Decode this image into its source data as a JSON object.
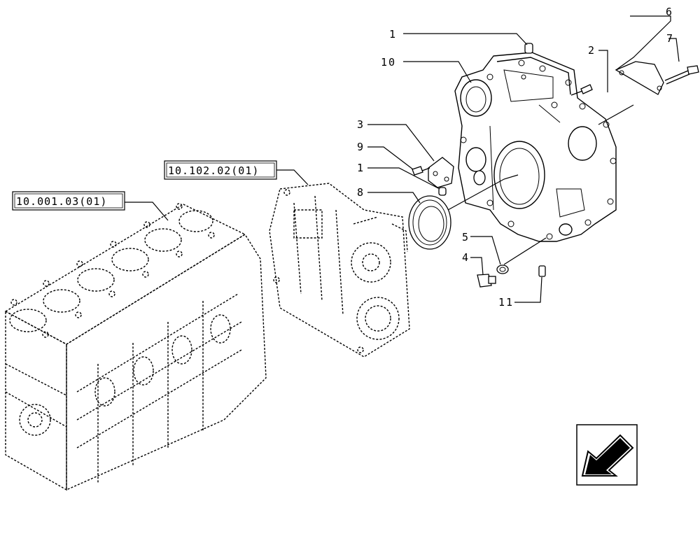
{
  "references": [
    {
      "id": "ref-engine-block",
      "text": "10.001.03(01)"
    },
    {
      "id": "ref-timing-housing",
      "text": "10.102.02(01)"
    }
  ],
  "callouts": {
    "c1a": "1",
    "c10": "10",
    "c2": "2",
    "c6": "6",
    "c7": "7",
    "c3": "3",
    "c9": "9",
    "c1b": "1",
    "c8": "8",
    "c5": "5",
    "c4": "4",
    "c11": "11"
  },
  "colors": {
    "line": "#000000",
    "background": "#ffffff"
  },
  "icons": {
    "nav": "back-arrow-icon"
  }
}
